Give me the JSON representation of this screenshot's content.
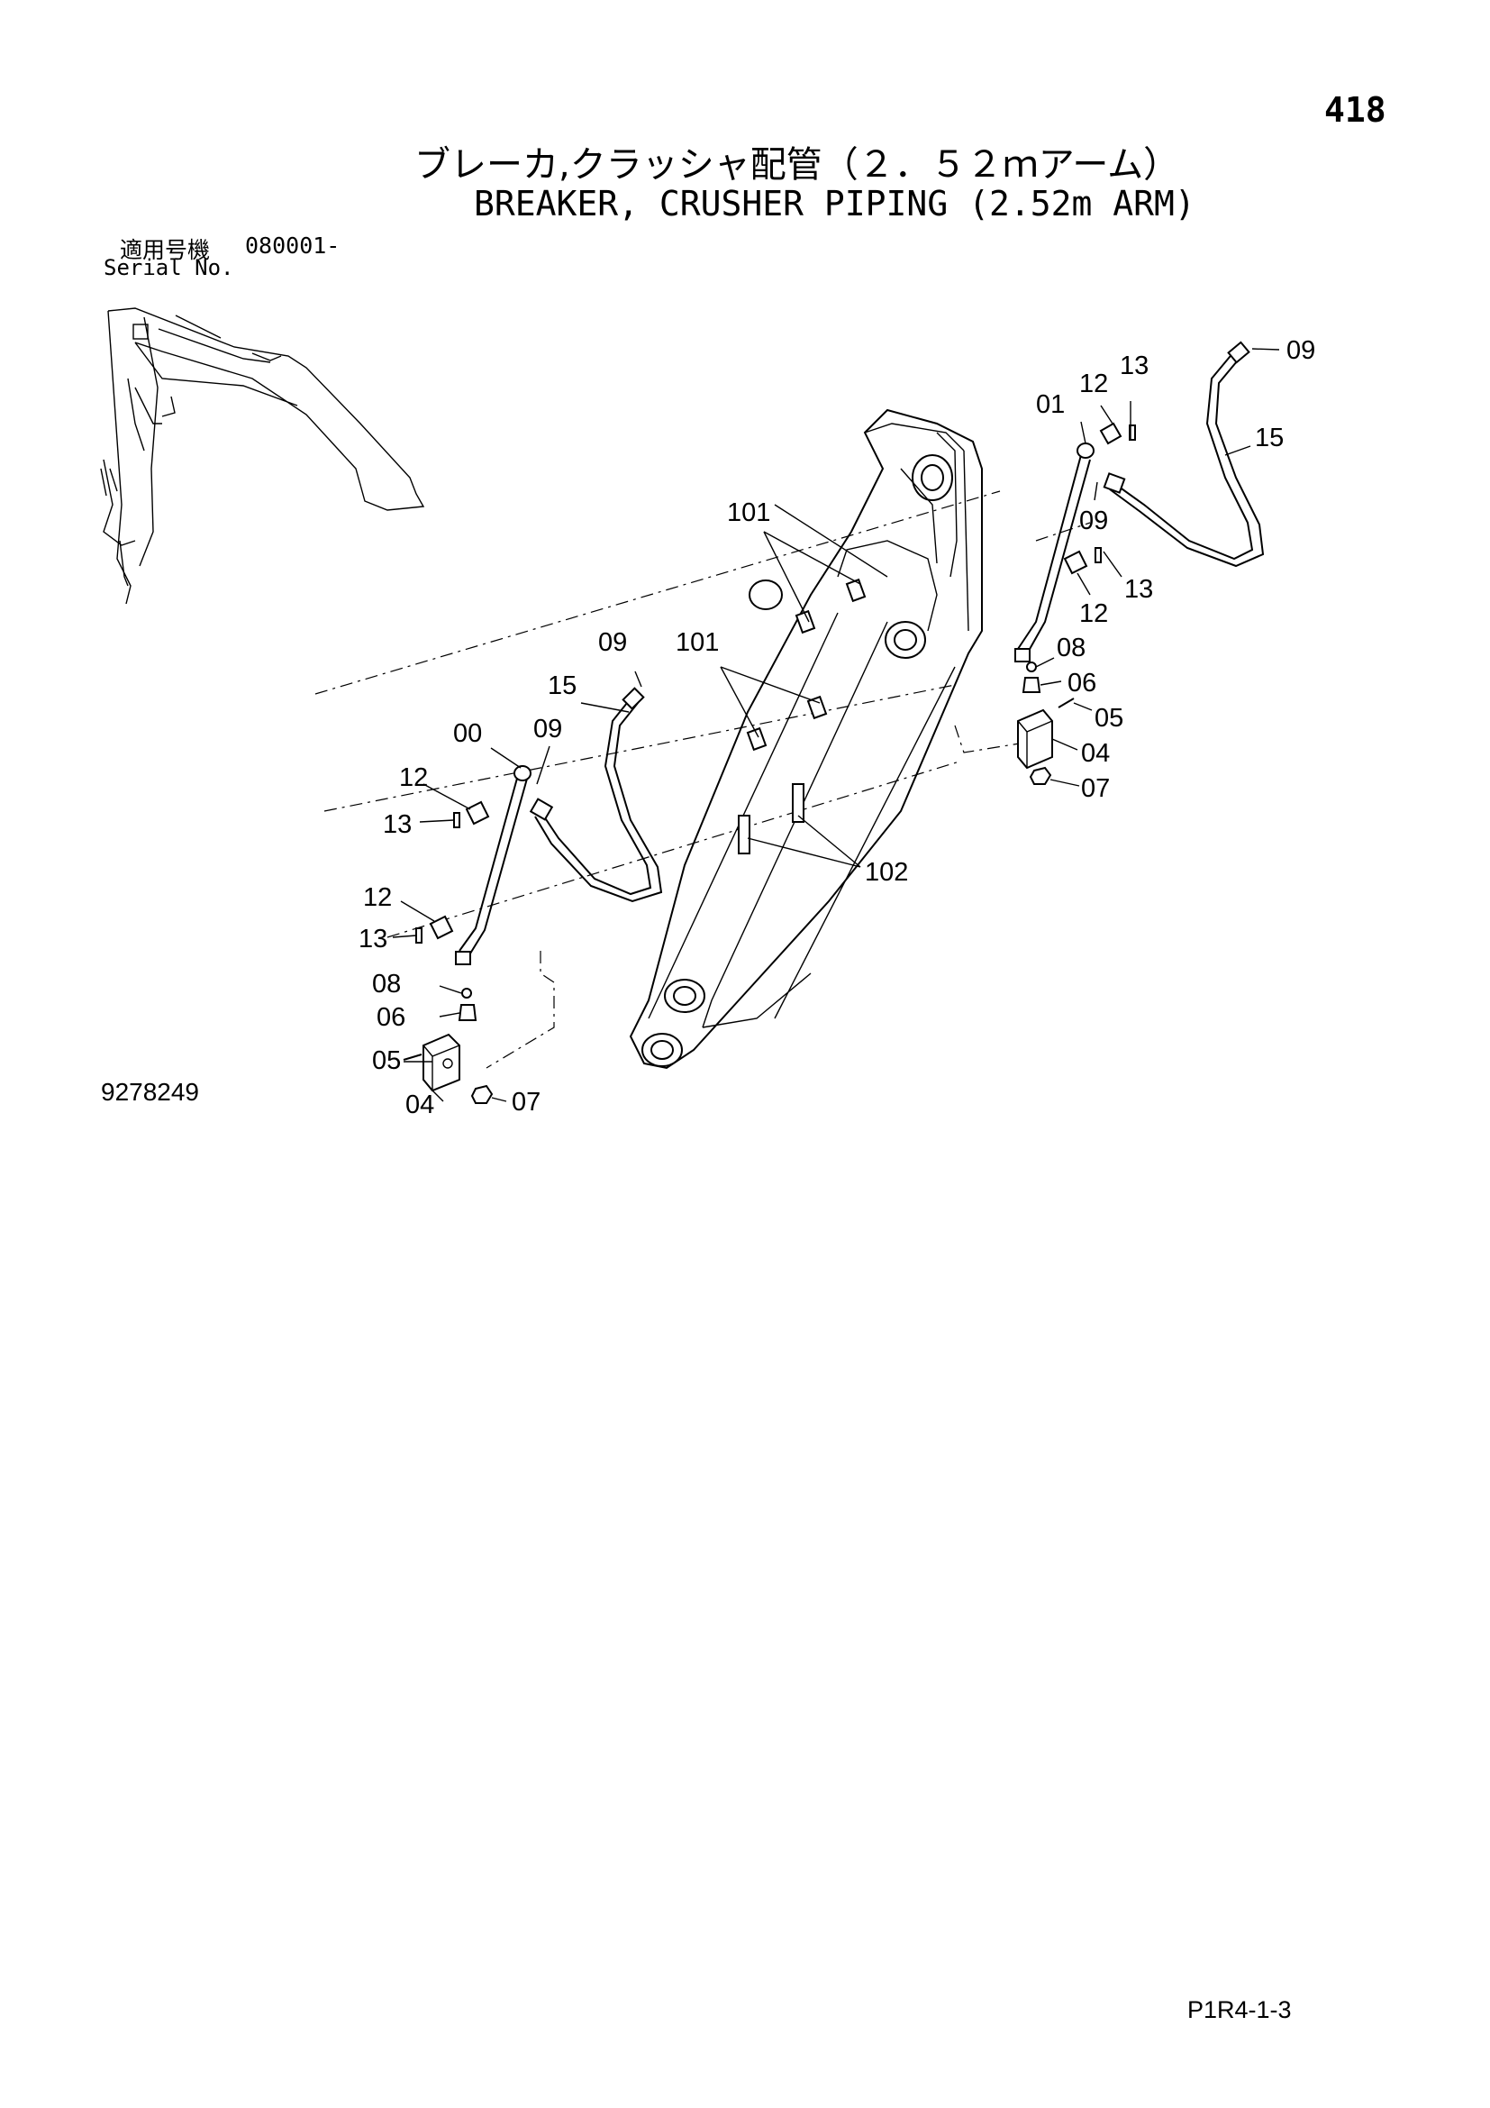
{
  "page_number": "418",
  "title_jp": "ブレーカ,クラッシャ配管（２．５２ｍアーム）",
  "title_en": "BREAKER, CRUSHER PIPING (2.52m ARM)",
  "serial": {
    "label_jp": "適用号機",
    "range": "080001-",
    "label_en": "Serial No."
  },
  "drawing_number": "9278249",
  "page_code": "P1R4-1-3",
  "callouts": {
    "r09a": "09",
    "r13a": "13",
    "r12a": "12",
    "r01": "01",
    "r15a": "15",
    "r09b": "09",
    "r13b": "13",
    "r12b": "12",
    "r08a": "08",
    "r06a": "06",
    "r05a": "05",
    "r04a": "04",
    "r07a": "07",
    "r101a": "101",
    "r101b": "101",
    "r102": "102",
    "l09a": "09",
    "l15": "15",
    "l00": "00",
    "l09b": "09",
    "l12a": "12",
    "l13a": "13",
    "l12b": "12",
    "l13b": "13",
    "l08": "08",
    "l06": "06",
    "l05": "05",
    "l04": "04",
    "l07": "07"
  }
}
